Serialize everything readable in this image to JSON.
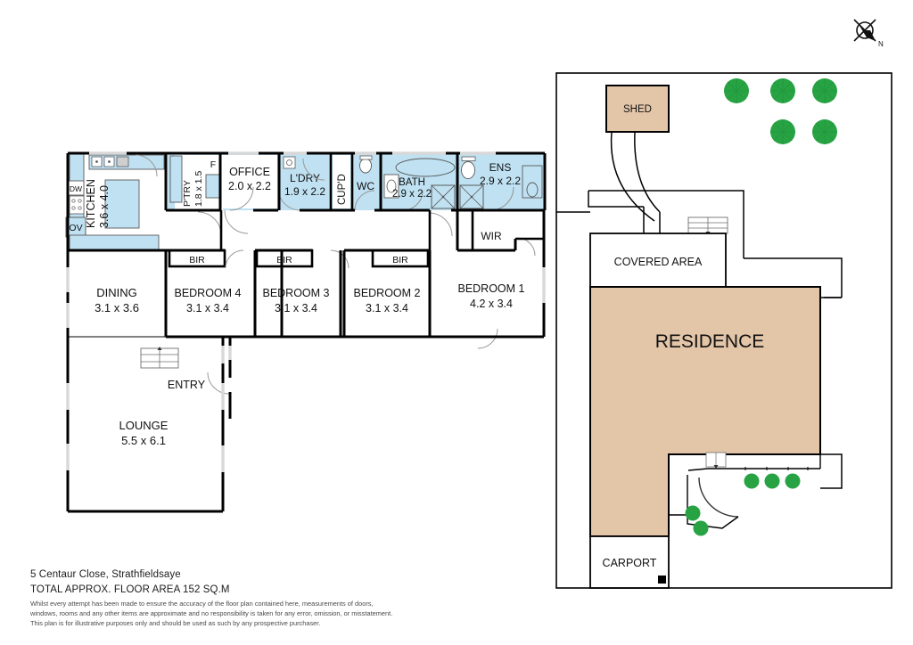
{
  "document": {
    "type": "real-estate-floor-plan",
    "address": "5 Centaur Close, Strathfieldsaye",
    "total_area": "TOTAL APPROX. FLOOR AREA 152 SQ.M",
    "disclaimer_line1": "Whilst every attempt has been made to ensure the accuracy of the floor plan contained here, measurements of doors,",
    "disclaimer_line2": "windows, rooms and any other items are approximate and no responsibility is taken for any error, omission, or misstatement.",
    "disclaimer_line3": "This plan is for illustrative purposes only and should be used as such by any prospective purchaser."
  },
  "compass": {
    "label": "N"
  },
  "colors": {
    "wet_area_fill": "#bfe1f2",
    "building_fill": "#e3c5a8",
    "tree_green": "#27a344",
    "wall_black": "#000000",
    "window_gray": "#d8d8d8",
    "text": "#111111"
  },
  "floorplan": {
    "rooms": [
      {
        "id": "kitchen",
        "name": "KITCHEN",
        "dims": "3.6 x 4.0",
        "rotated": true
      },
      {
        "id": "pantry",
        "name": "P'TRY",
        "dims": "1.8 x 1.5",
        "rotated": true
      },
      {
        "id": "fridge",
        "name": "F",
        "dims": "",
        "rotated": false
      },
      {
        "id": "office",
        "name": "OFFICE",
        "dims": "2.0 x 2.2",
        "rotated": false
      },
      {
        "id": "laundry",
        "name": "L'DRY",
        "dims": "1.9 x 2.2",
        "rotated": false
      },
      {
        "id": "cupboard",
        "name": "CUP'D",
        "dims": "",
        "rotated": true
      },
      {
        "id": "wc",
        "name": "WC",
        "dims": "",
        "rotated": false
      },
      {
        "id": "bath",
        "name": "BATH",
        "dims": "2.9 x 2.2",
        "rotated": false
      },
      {
        "id": "ensuite",
        "name": "ENS",
        "dims": "2.9 x 2.2",
        "rotated": false
      },
      {
        "id": "wir",
        "name": "WIR",
        "dims": "",
        "rotated": false
      },
      {
        "id": "dining",
        "name": "DINING",
        "dims": "3.1 x 3.6",
        "rotated": false
      },
      {
        "id": "bedroom4",
        "name": "BEDROOM 4",
        "dims": "3.1 x 3.4",
        "rotated": false
      },
      {
        "id": "bedroom3",
        "name": "BEDROOM 3",
        "dims": "3.1 x 3.4",
        "rotated": false
      },
      {
        "id": "bedroom2",
        "name": "BEDROOM 2",
        "dims": "3.1 x 3.4",
        "rotated": false
      },
      {
        "id": "bedroom1",
        "name": "BEDROOM 1",
        "dims": "4.2 x 3.4",
        "rotated": false
      },
      {
        "id": "entry",
        "name": "ENTRY",
        "dims": "",
        "rotated": false
      },
      {
        "id": "lounge",
        "name": "LOUNGE",
        "dims": "5.5 x 6.1",
        "rotated": false
      }
    ],
    "appliances": [
      {
        "id": "dishwasher",
        "label": "DW"
      },
      {
        "id": "oven",
        "label": "OV"
      }
    ],
    "built_in_robes": [
      {
        "id": "bir-bedroom4",
        "label": "BIR"
      },
      {
        "id": "bir-bedroom3",
        "label": "BIR"
      },
      {
        "id": "bir-bedroom2",
        "label": "BIR"
      }
    ]
  },
  "siteplan": {
    "structures": [
      {
        "id": "shed",
        "name": "SHED"
      },
      {
        "id": "covered-area",
        "name": "COVERED AREA"
      },
      {
        "id": "residence",
        "name": "RESIDENCE"
      },
      {
        "id": "carport",
        "name": "CARPORT"
      }
    ],
    "tree_count": 5,
    "shrub_count": 5
  }
}
